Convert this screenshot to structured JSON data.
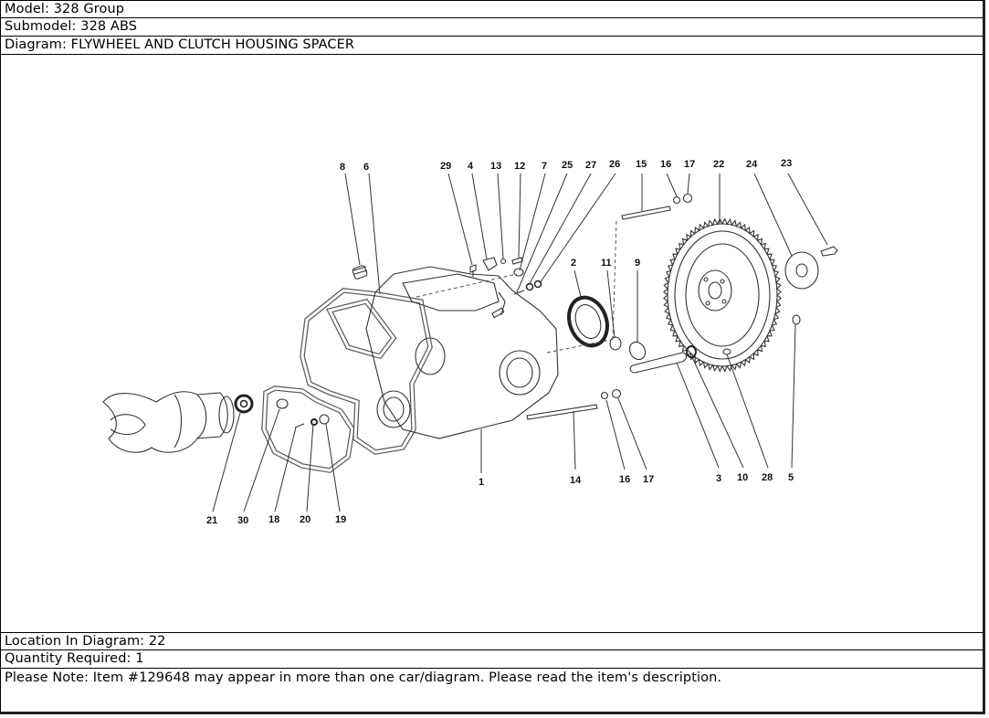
{
  "header": {
    "model_label": "Model: 328 Group",
    "submodel_label": "Submodel: 328 ABS",
    "diagram_label": "Diagram: FLYWHEEL AND CLUTCH HOUSING SPACER"
  },
  "footer": {
    "location_label": "Location In Diagram: 22",
    "quantity_label": "Quantity Required: 1",
    "note_label": "Please Note: Item #129648 may appear in more than one car/diagram. Please read the item's description."
  },
  "diagram": {
    "title": "FLYWHEEL AND CLUTCH HOUSING SPACER",
    "highlighted_location": "22",
    "callouts_top": [
      "8",
      "6",
      "29",
      "4",
      "13",
      "12",
      "7",
      "25",
      "27",
      "26",
      "15",
      "16",
      "17",
      "22",
      "24",
      "23"
    ],
    "callouts_middle": [
      "2",
      "11",
      "9"
    ],
    "callouts_bottom_left": [
      "21",
      "30",
      "18",
      "20",
      "19"
    ],
    "callouts_bottom_right": [
      "1",
      "14",
      "16",
      "17",
      "3",
      "10",
      "28",
      "5"
    ]
  }
}
